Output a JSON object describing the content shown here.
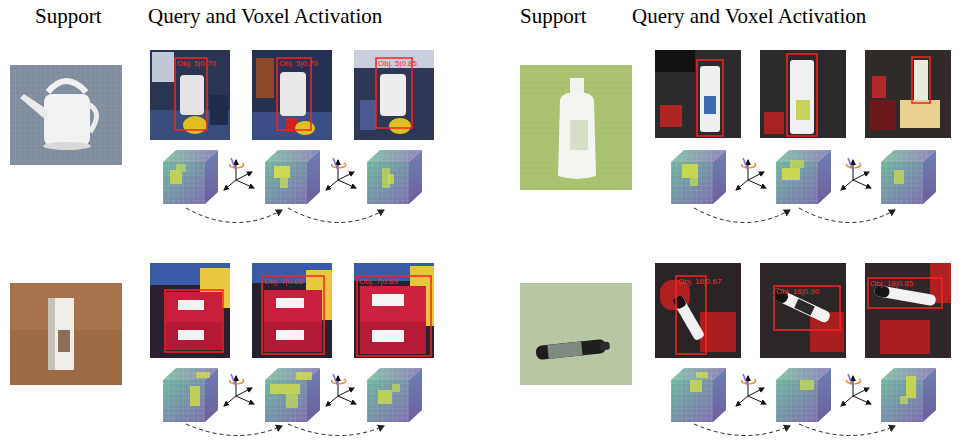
{
  "diagram": {
    "labels": [
      "Support",
      "Query and Voxel Activation",
      "Support",
      "Query and Voxel Activation",
      "Obj. 5|0.70",
      "Obj. 5|0.70",
      "Obj. 5|0.85",
      "Obj. 7|0.85",
      "Obj. 7|0.89",
      "Obj. 18|0.67",
      "Obj. 18|0.90",
      "Obj. 18|0.85"
    ]
  }
}
